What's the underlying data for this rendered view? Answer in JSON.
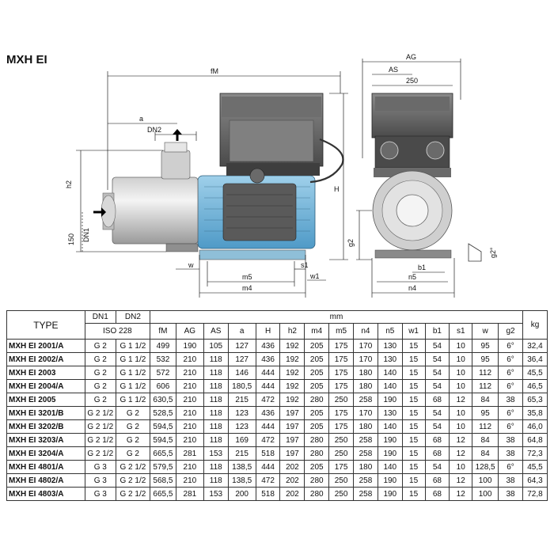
{
  "title": "MXH EI",
  "drawing": {
    "side_labels": {
      "fM": "fM",
      "a": "a",
      "DN2": "DN2",
      "DN1": "DN1",
      "h2": "h2",
      "H": "H",
      "h150": "150",
      "w": "w",
      "s1": "s1",
      "w1": "w1",
      "m5": "m5",
      "m4": "m4"
    },
    "end_labels": {
      "AG": "AG",
      "AS": "AS",
      "w250": "250",
      "g2": "g2",
      "b1": "b1",
      "n5": "n5",
      "n4": "n4",
      "g2deg": "g2°"
    }
  },
  "table": {
    "type_header": "TYPE",
    "dn1_header": "DN1",
    "dn2_header": "DN2",
    "iso_header": "ISO 228",
    "mm_header": "mm",
    "kg_header": "kg",
    "columns": [
      "fM",
      "AG",
      "AS",
      "a",
      "H",
      "h2",
      "m4",
      "m5",
      "n4",
      "n5",
      "w1",
      "b1",
      "s1",
      "w",
      "g2"
    ],
    "rows": [
      [
        "MXH EI 2001/A",
        "G 2",
        "G 1 1/2",
        "499",
        "190",
        "105",
        "127",
        "436",
        "192",
        "205",
        "175",
        "170",
        "130",
        "15",
        "54",
        "10",
        "95",
        "6°",
        "32,4"
      ],
      [
        "MXH EI 2002/A",
        "G 2",
        "G 1 1/2",
        "532",
        "210",
        "118",
        "127",
        "436",
        "192",
        "205",
        "175",
        "170",
        "130",
        "15",
        "54",
        "10",
        "95",
        "6°",
        "36,4"
      ],
      [
        "MXH EI 2003",
        "G 2",
        "G 1 1/2",
        "572",
        "210",
        "118",
        "146",
        "444",
        "192",
        "205",
        "175",
        "180",
        "140",
        "15",
        "54",
        "10",
        "112",
        "6°",
        "45,5"
      ],
      [
        "MXH EI 2004/A",
        "G 2",
        "G 1 1/2",
        "606",
        "210",
        "118",
        "180,5",
        "444",
        "192",
        "205",
        "175",
        "180",
        "140",
        "15",
        "54",
        "10",
        "112",
        "6°",
        "46,5"
      ],
      [
        "MXH EI 2005",
        "G 2",
        "G 1 1/2",
        "630,5",
        "210",
        "118",
        "215",
        "472",
        "192",
        "280",
        "250",
        "258",
        "190",
        "15",
        "68",
        "12",
        "84",
        "38",
        "65,3"
      ],
      [
        "MXH EI 3201/B",
        "G 2 1/2",
        "G 2",
        "528,5",
        "210",
        "118",
        "123",
        "436",
        "197",
        "205",
        "175",
        "170",
        "130",
        "15",
        "54",
        "10",
        "95",
        "6°",
        "35,8"
      ],
      [
        "MXH EI 3202/B",
        "G 2 1/2",
        "G 2",
        "594,5",
        "210",
        "118",
        "123",
        "444",
        "197",
        "205",
        "175",
        "180",
        "140",
        "15",
        "54",
        "10",
        "112",
        "6°",
        "46,0"
      ],
      [
        "MXH EI 3203/A",
        "G 2 1/2",
        "G 2",
        "594,5",
        "210",
        "118",
        "169",
        "472",
        "197",
        "280",
        "250",
        "258",
        "190",
        "15",
        "68",
        "12",
        "84",
        "38",
        "64,8"
      ],
      [
        "MXH EI 3204/A",
        "G 2 1/2",
        "G 2",
        "665,5",
        "281",
        "153",
        "215",
        "518",
        "197",
        "280",
        "250",
        "258",
        "190",
        "15",
        "68",
        "12",
        "84",
        "38",
        "72,3"
      ],
      [
        "MXH EI 4801/A",
        "G 3",
        "G 2 1/2",
        "579,5",
        "210",
        "118",
        "138,5",
        "444",
        "202",
        "205",
        "175",
        "180",
        "140",
        "15",
        "54",
        "10",
        "128,5",
        "6°",
        "45,5"
      ],
      [
        "MXH EI 4802/A",
        "G 3",
        "G 2 1/2",
        "568,5",
        "210",
        "118",
        "138,5",
        "472",
        "202",
        "280",
        "250",
        "258",
        "190",
        "15",
        "68",
        "12",
        "100",
        "38",
        "64,3"
      ],
      [
        "MXH EI 4803/A",
        "G 3",
        "G 2 1/2",
        "665,5",
        "281",
        "153",
        "200",
        "518",
        "202",
        "280",
        "250",
        "258",
        "190",
        "15",
        "68",
        "12",
        "100",
        "38",
        "72,8"
      ]
    ]
  }
}
